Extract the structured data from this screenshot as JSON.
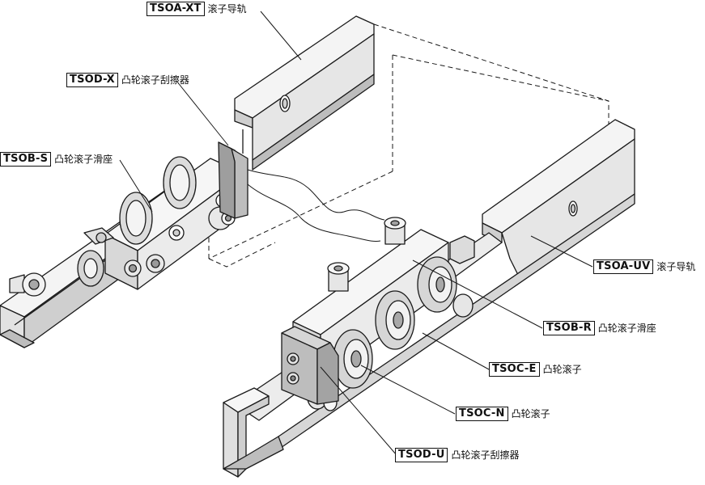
{
  "labels": [
    {
      "code": "TSOA-XT",
      "desc": "滚子导轨"
    },
    {
      "code": "TSOD-X",
      "desc": "凸轮滚子刮擦器"
    },
    {
      "code": "TSOB-S",
      "desc": "凸轮滚子滑座"
    },
    {
      "code": "TSOA-UV",
      "desc": "滚子导轨"
    },
    {
      "code": "TSOB-R",
      "desc": "凸轮滚子滑座"
    },
    {
      "code": "TSOC-E",
      "desc": "凸轮滚子"
    },
    {
      "code": "TSOC-N",
      "desc": "凸轮滚子"
    },
    {
      "code": "TSOD-U",
      "desc": "凸轮滚子刮擦器"
    }
  ],
  "colors": {
    "line": "#1a1a1a",
    "face_light": "#f2f2f2",
    "face_mid": "#d6d6d6",
    "face_dark": "#a9a9a9",
    "scraper": "#bdbdbd"
  }
}
